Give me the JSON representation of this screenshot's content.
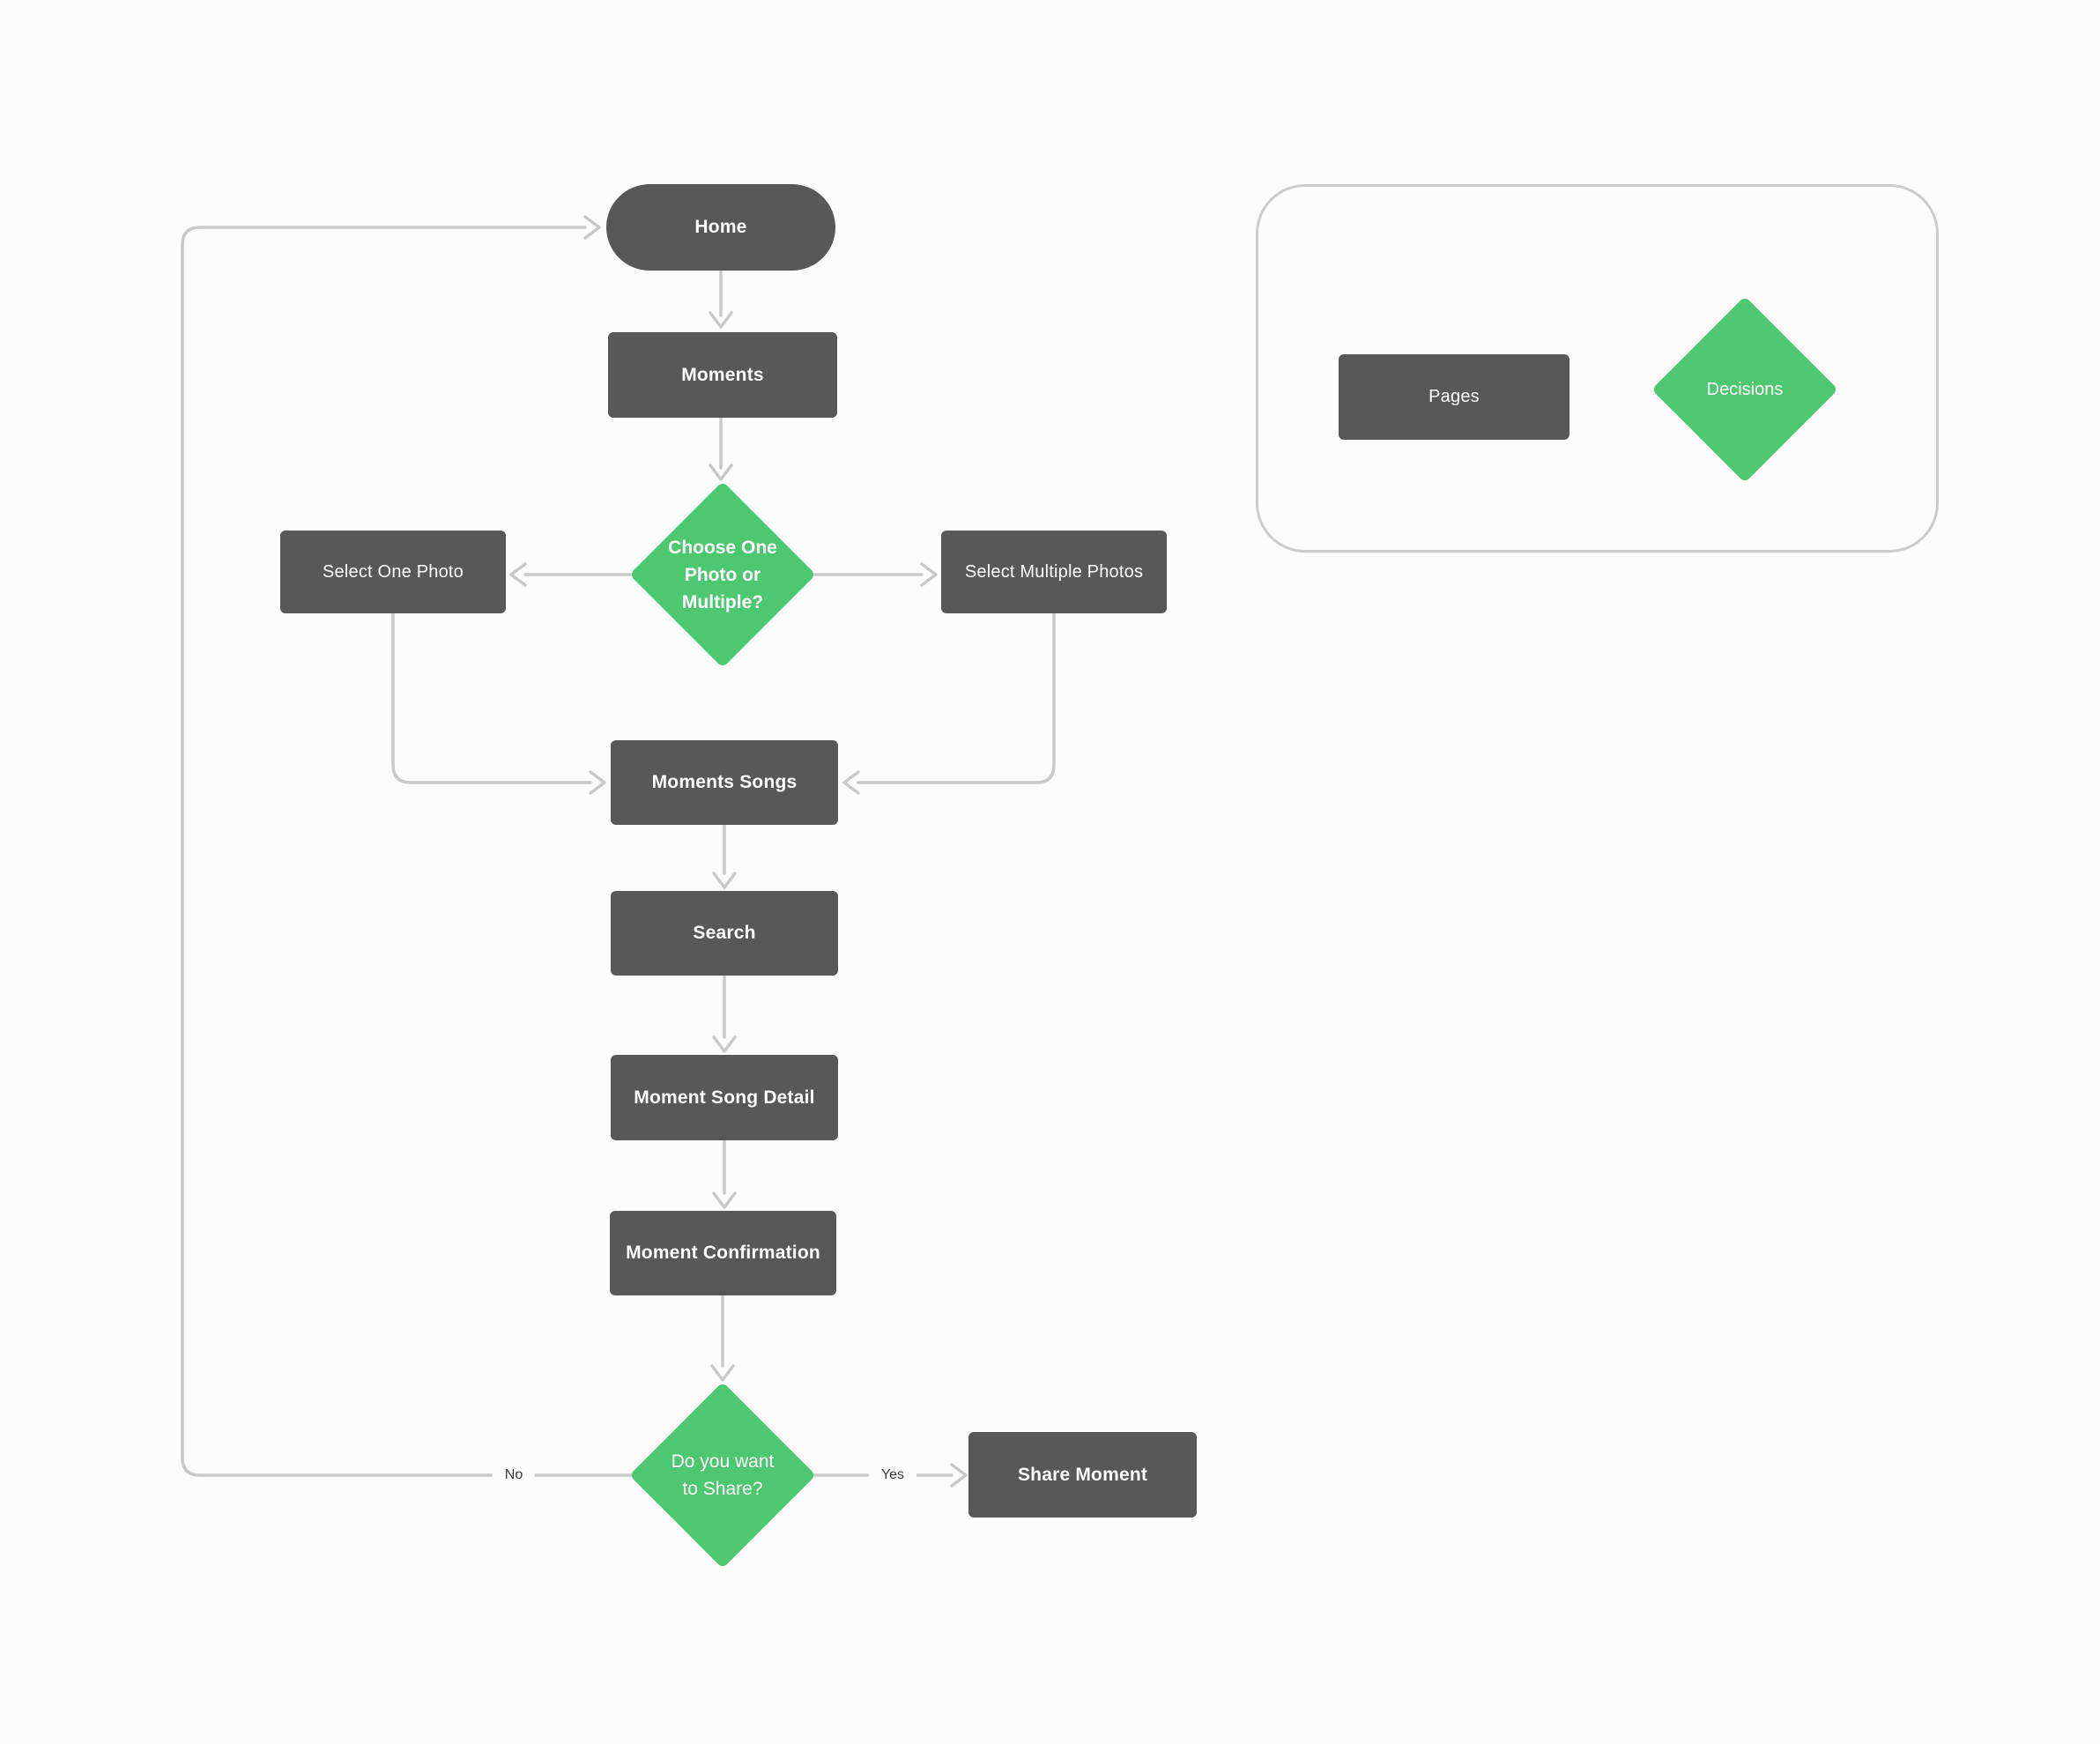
{
  "colors": {
    "node_fill": "#58585A",
    "decision_fill": "#4DC770",
    "connector": "#C9C9C9",
    "legend_border": "#CCCCCC",
    "page_bg": "#FCFCFC",
    "node_text": "#FFFFFF",
    "edge_label_text": "#3A3A3A"
  },
  "nodes": {
    "home": "Home",
    "moments": "Moments",
    "choose_photo": [
      "Choose One",
      "Photo or",
      "Multiple?"
    ],
    "select_one_photo": "Select One Photo",
    "select_multiple_photos": "Select Multiple Photos",
    "moments_songs": "Moments Songs",
    "search": "Search",
    "moment_song_detail": "Moment Song Detail",
    "moment_confirmation": "Moment Confirmation",
    "share_decision": [
      "Do you want",
      "to Share?"
    ],
    "share_moment": "Share Moment"
  },
  "edges": {
    "no_label": "No",
    "yes_label": "Yes"
  },
  "legend": {
    "pages_label": "Pages",
    "decisions_label": "Decisions"
  }
}
